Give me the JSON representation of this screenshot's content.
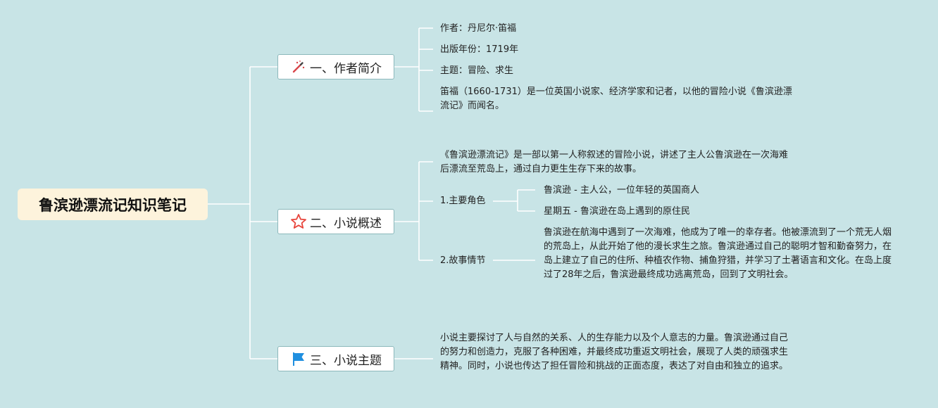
{
  "root": {
    "title": "鲁滨逊漂流记知识笔记"
  },
  "branches": {
    "author": {
      "label": "一、作者简介",
      "icon": "magic-wand-icon",
      "items": [
        "作者：丹尼尔·笛福",
        "出版年份：1719年",
        "主题：冒险、求生",
        "笛福（1660-1731）是一位英国小说家、经济学家和记者，以他的冒险小说《鲁滨逊漂流记》而闻名。"
      ]
    },
    "overview": {
      "label": "二、小说概述",
      "icon": "star-icon",
      "summary": "《鲁滨逊漂流记》是一部以第一人称叙述的冒险小说，讲述了主人公鲁滨逊在一次海难后漂流至荒岛上，通过自力更生生存下来的故事。",
      "characters": {
        "label": "1.主要角色",
        "items": [
          "鲁滨逊 - 主人公，一位年轻的英国商人",
          "星期五 - 鲁滨逊在岛上遇到的原住民"
        ]
      },
      "plot": {
        "label": "2.故事情节",
        "text": "鲁滨逊在航海中遇到了一次海难，他成为了唯一的幸存者。他被漂流到了一个荒无人烟的荒岛上，从此开始了他的漫长求生之旅。鲁滨逊通过自己的聪明才智和勤奋努力，在岛上建立了自己的住所、种植农作物、捕鱼狩猎，并学习了土著语言和文化。在岛上度过了28年之后，鲁滨逊最终成功逃离荒岛，回到了文明社会。"
      }
    },
    "theme": {
      "label": "三、小说主题",
      "icon": "flag-icon",
      "text": "小说主要探讨了人与自然的关系、人的生存能力以及个人意志的力量。鲁滨逊通过自己的努力和创造力，克服了各种困难，并最终成功重返文明社会，展现了人类的顽强求生精神。同时，小说也传达了担任冒险和挑战的正面态度，表达了对自由和独立的追求。"
    }
  },
  "colors": {
    "background": "#c8e4e6",
    "connector": "#ffffff",
    "root_fill": "#fdf3dc",
    "branch_border": "#8cb8bb",
    "star": "#e8453c",
    "flag": "#1f8fe0"
  }
}
